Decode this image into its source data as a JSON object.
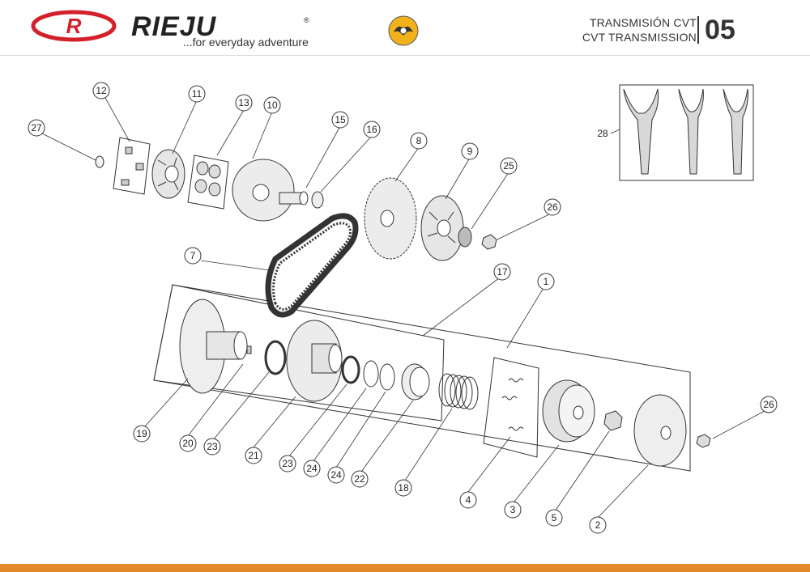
{
  "header": {
    "brand": "RIEJU",
    "registered_mark": "®",
    "tagline": "...for everyday adventure",
    "title_es": "TRANSMISIÓN CVT",
    "title_en": "CVT TRANSMISSION",
    "page_number": "05",
    "brand_color": "#d4202a",
    "accent_color": "#e28a2a",
    "emblem_icon": "wings-emblem-icon"
  },
  "callouts": [
    "12",
    "11",
    "13",
    "10",
    "15",
    "16",
    "8",
    "9",
    "25",
    "26",
    "27",
    "7",
    "17",
    "1",
    "28",
    "19",
    "20",
    "23",
    "21",
    "23",
    "24",
    "24",
    "22",
    "18",
    "4",
    "3",
    "5",
    "2",
    "26"
  ]
}
